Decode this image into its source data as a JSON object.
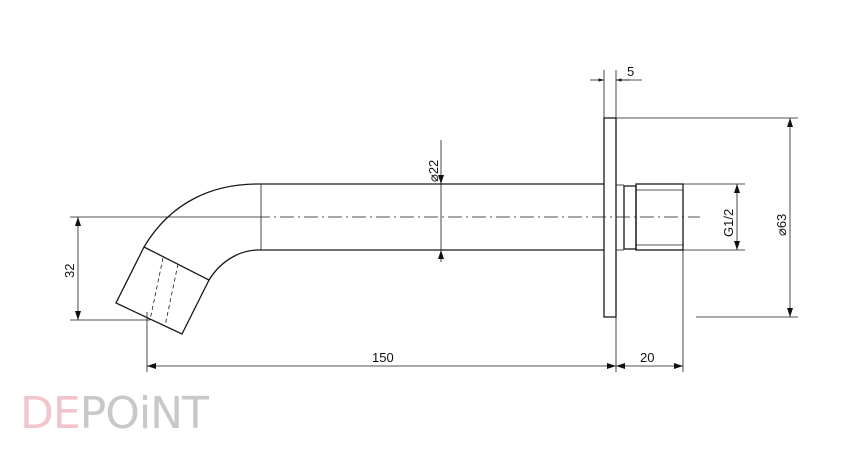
{
  "dimensions": {
    "flange_thickness": "5",
    "spout_diameter": "⌀22",
    "flange_diameter": "⌀63",
    "thread": "G1/2",
    "outlet_drop": "32",
    "projection": "150",
    "thread_length": "20"
  },
  "logo": {
    "part1": "DE",
    "part2": "POiNT",
    "color1": "#f2c4cc",
    "color2": "#c8c8c8"
  }
}
